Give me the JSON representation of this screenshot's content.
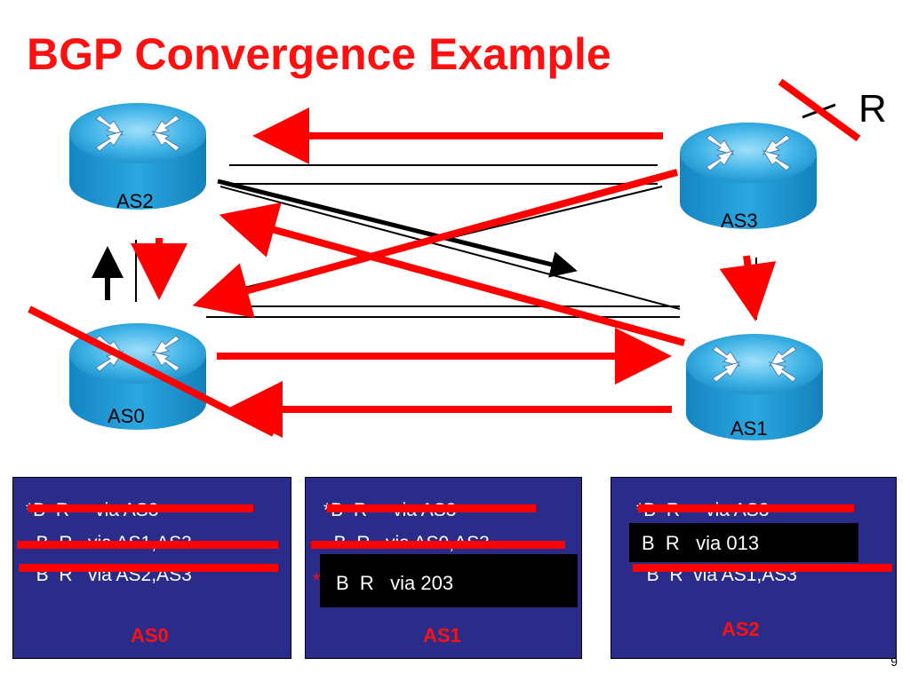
{
  "title": "BGP Convergence Example",
  "destination_label": "R",
  "routers": {
    "as2": "AS2",
    "as3": "AS3",
    "as0": "AS0",
    "as1": "AS1"
  },
  "colors": {
    "title": "#ff1010",
    "arrow_red": "#ff0000",
    "panel_bg": "#2b2c8a",
    "router_top": "#3fb3e6",
    "router_side": "#1694cf"
  },
  "tables": [
    {
      "name": "AS0",
      "lines": [
        "*B  R     via AS3",
        "  B  R   via AS1,AS3",
        "  B  R   via AS2,AS3"
      ],
      "struck_lines": [
        0,
        1,
        2
      ],
      "highlight": "",
      "highlight_prefix": ""
    },
    {
      "name": "AS1",
      "lines": [
        "*B  R     via AS3",
        "  B  R   via AS0,AS3"
      ],
      "struck_lines": [
        0,
        1
      ],
      "highlight": "B  R   via 203",
      "highlight_prefix": "*"
    },
    {
      "name": "AS2",
      "lines": [
        "*B  R     via AS3",
        "",
        "  B  R  via AS1,AS3"
      ],
      "struck_lines": [
        0,
        2
      ],
      "highlight": "B  R   via 013",
      "highlight_prefix": ""
    }
  ],
  "page_number": "9"
}
